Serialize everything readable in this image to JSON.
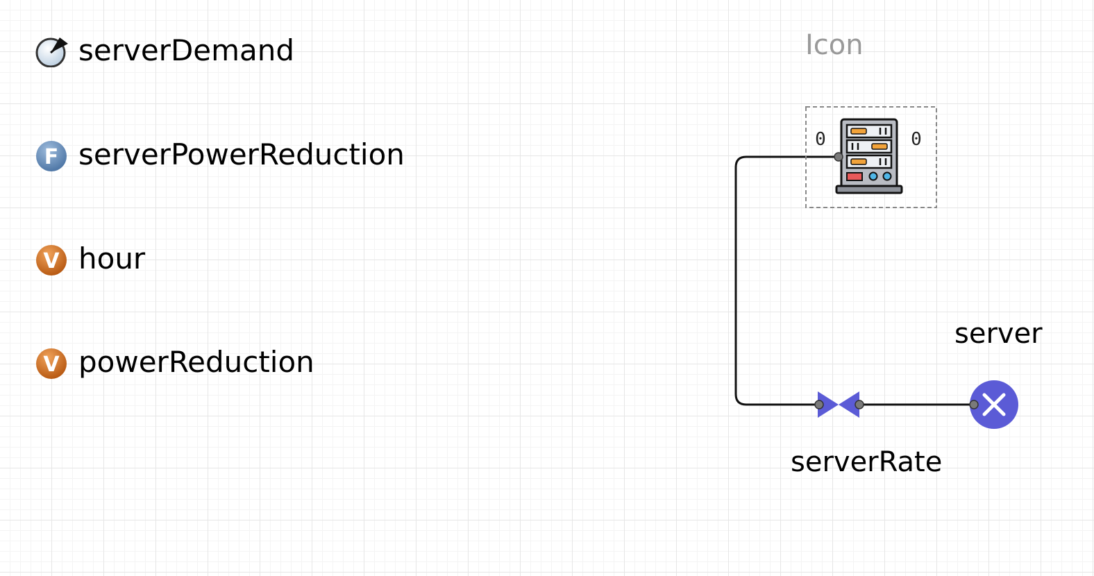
{
  "variables": [
    {
      "label": "serverDemand",
      "icon": "dial-gauge-icon",
      "color": "#dfe8f2"
    },
    {
      "label": "serverPowerReduction",
      "icon": "function-f-icon",
      "badge_text": "F",
      "color": "#6e93bd"
    },
    {
      "label": "hour",
      "icon": "variable-v-icon",
      "badge_text": "V",
      "color": "#d17122"
    },
    {
      "label": "powerReduction",
      "icon": "variable-v-icon",
      "badge_text": "V",
      "color": "#d17122"
    }
  ],
  "icon_group": {
    "title": "Icon",
    "left_count": "0",
    "right_count": "0",
    "icon": "server-rack-icon"
  },
  "flow": {
    "label": "serverRate",
    "color": "#5b5bd6"
  },
  "sink": {
    "label": "server",
    "color": "#5b5bd6",
    "icon": "close-x-icon"
  }
}
